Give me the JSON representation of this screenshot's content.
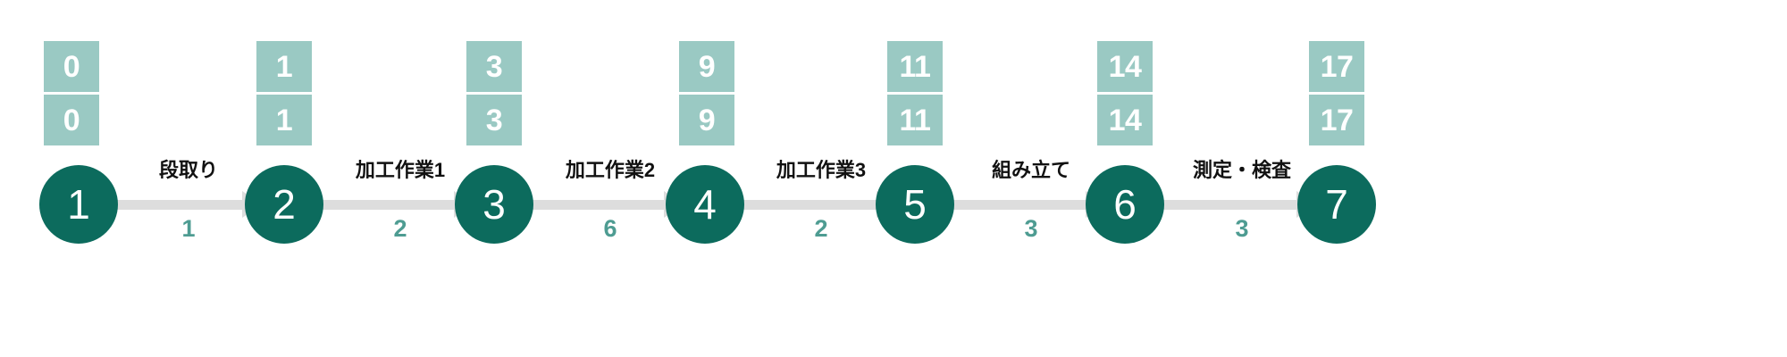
{
  "diagram": {
    "type": "cpm-aoa-network",
    "title": "",
    "colors": {
      "node_fill": "#0c6b5d",
      "node_text": "#ffffff",
      "time_box_fill": "#9ac9c3",
      "time_box_text": "#ffffff",
      "arrow": "#dddddd",
      "duration_text": "#4e9c92",
      "activity_text": "#111111",
      "background": "#ffffff"
    },
    "nodes": [
      {
        "id": "1",
        "label": "1",
        "earliest": "0",
        "latest": "0"
      },
      {
        "id": "2",
        "label": "2",
        "earliest": "1",
        "latest": "1"
      },
      {
        "id": "3",
        "label": "3",
        "earliest": "3",
        "latest": "3"
      },
      {
        "id": "4",
        "label": "4",
        "earliest": "9",
        "latest": "9"
      },
      {
        "id": "5",
        "label": "5",
        "earliest": "11",
        "latest": "11"
      },
      {
        "id": "6",
        "label": "6",
        "earliest": "14",
        "latest": "14"
      },
      {
        "id": "7",
        "label": "7",
        "earliest": "17",
        "latest": "17"
      }
    ],
    "activities": [
      {
        "from": "1",
        "to": "2",
        "label": "段取り",
        "duration": "1"
      },
      {
        "from": "2",
        "to": "3",
        "label": "加工作業1",
        "duration": "2"
      },
      {
        "from": "3",
        "to": "4",
        "label": "加工作業2",
        "duration": "6"
      },
      {
        "from": "4",
        "to": "5",
        "label": "加工作業3",
        "duration": "2"
      },
      {
        "from": "5",
        "to": "6",
        "label": "組み立て",
        "duration": "3"
      },
      {
        "from": "6",
        "to": "7",
        "label": "測定・検査",
        "duration": "3"
      }
    ]
  }
}
